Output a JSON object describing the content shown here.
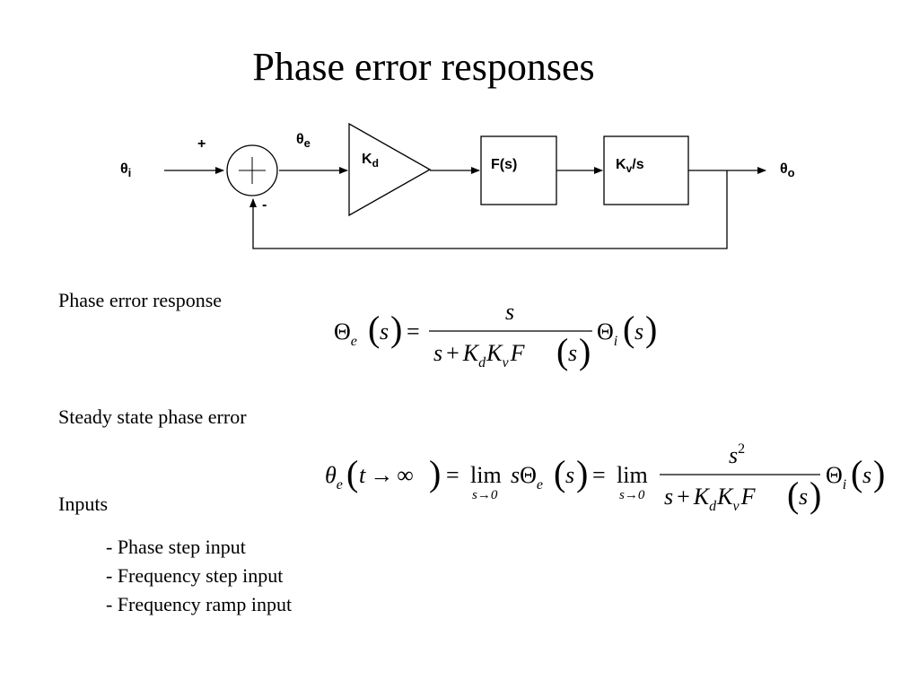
{
  "title": "Phase error responses",
  "diagram": {
    "input_label": "θ",
    "input_sub": "i",
    "error_label": "θ",
    "error_sub": "e",
    "output_label": "θ",
    "output_sub": "o",
    "plus_sign": "+",
    "minus_sign": "-",
    "gain_block_label": "K",
    "gain_block_sub": "d",
    "filter_block_label": "F(s)",
    "vco_block_label": "K",
    "vco_block_sub": "v",
    "vco_block_suffix": "/s"
  },
  "sections": {
    "phase_error_response": "Phase error response",
    "steady_state_phase_error": "Steady state phase error",
    "inputs": "Inputs"
  },
  "inputs_list": [
    "- Phase step input",
    "- Frequency step input",
    "- Frequency ramp input"
  ],
  "equations": {
    "eq1": {
      "lhs_symbol": "Θ",
      "lhs_sub": "e",
      "arg": "s",
      "equals": "=",
      "num": "s",
      "den_s": "s",
      "den_plus": "+",
      "den_K": "K",
      "den_d": "d",
      "den_K2": "K",
      "den_v": "v",
      "den_F": "F",
      "den_arg": "s",
      "rhs_symbol": "Θ",
      "rhs_sub": "i",
      "rhs_arg": "s"
    },
    "eq2": {
      "theta": "θ",
      "theta_sub": "e",
      "t": "t",
      "arrow": "→",
      "inf": "∞",
      "equals": "=",
      "lim": "lim",
      "lim_sub": "s→0",
      "s": "s",
      "Theta": "Θ",
      "Theta_sub": "e",
      "arg": "s",
      "equals2": "=",
      "lim2": "lim",
      "lim2_sub": "s→0",
      "num": "s",
      "num_exp": "2",
      "den_s": "s",
      "den_plus": "+",
      "den_K": "K",
      "den_d": "d",
      "den_K2": "K",
      "den_v": "v",
      "den_F": "F",
      "den_arg": "s",
      "rhs_Theta": "Θ",
      "rhs_sub": "i",
      "rhs_arg": "s"
    }
  }
}
